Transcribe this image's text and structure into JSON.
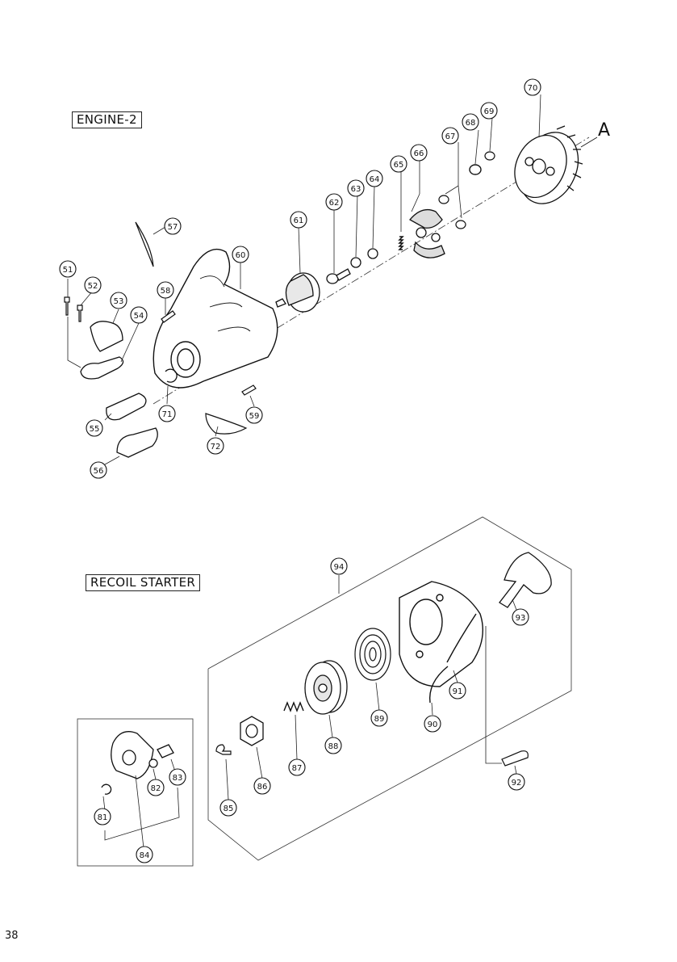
{
  "page_number": "38",
  "sections": {
    "engine": {
      "title": "ENGINE-2"
    },
    "recoil": {
      "title": "RECOIL STARTER"
    }
  },
  "view_marker": "A",
  "callouts": [
    "51",
    "52",
    "53",
    "54",
    "55",
    "56",
    "57",
    "58",
    "59",
    "60",
    "61",
    "62",
    "63",
    "64",
    "65",
    "66",
    "67",
    "68",
    "69",
    "70",
    "71",
    "72",
    "81",
    "82",
    "83",
    "84",
    "85",
    "86",
    "87",
    "88",
    "89",
    "90",
    "91",
    "92",
    "93",
    "94"
  ]
}
